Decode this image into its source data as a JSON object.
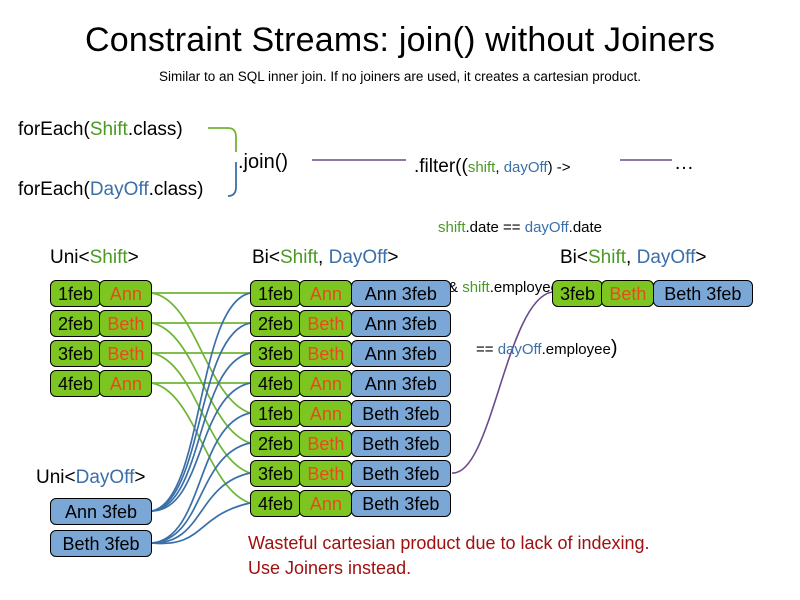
{
  "header": {
    "title": "Constraint Streams: join() without Joiners",
    "subtitle": "Similar to an SQL inner join. If no joiners are used, it creates a cartesian product."
  },
  "code": {
    "forEachShift": {
      "prefix": "forEach(",
      "type": "Shift",
      "suffix": ".class)"
    },
    "forEachDayOff": {
      "prefix": "forEach(",
      "type": "DayOff",
      "suffix": ".class)"
    },
    "join": ".join()",
    "ellipsis": "…",
    "filter": {
      "line1_a": ".filter(",
      "line1_open": "(",
      "line1_shift": "shift",
      "line1_comma": ", ",
      "line1_dayoff": "dayOff",
      "line1_b": ") ->",
      "line2_shift": "shift",
      "line2_mid": ".date == ",
      "line2_dayoff": "dayOff",
      "line2_end": ".date",
      "line3_and": "&& ",
      "line3_shift": "shift",
      "line3_end": ".employee",
      "line4_eq": "== ",
      "line4_dayoff": "dayOff",
      "line4_end": ".employee",
      "line4_close": ")"
    }
  },
  "streams": {
    "uni_shift_label": {
      "prefix": "Uni<",
      "type": "Shift",
      "suffix": ">"
    },
    "bi_mid_label": {
      "prefix": "Bi<",
      "type1": "Shift",
      "sep": ", ",
      "type2": "DayOff",
      "suffix": ">"
    },
    "bi_right_label": {
      "prefix": "Bi<",
      "type1": "Shift",
      "sep": ", ",
      "type2": "DayOff",
      "suffix": ">"
    },
    "uni_dayoff_label": {
      "prefix": "Uni<",
      "type": "DayOff",
      "suffix": ">"
    }
  },
  "shifts": [
    {
      "date": "1feb",
      "employee": "Ann"
    },
    {
      "date": "2feb",
      "employee": "Beth"
    },
    {
      "date": "3feb",
      "employee": "Beth"
    },
    {
      "date": "4feb",
      "employee": "Ann"
    }
  ],
  "dayoffs": [
    {
      "label": "Ann 3feb"
    },
    {
      "label": "Beth 3feb"
    }
  ],
  "cartesian": [
    {
      "date": "1feb",
      "employee": "Ann",
      "dayoff": "Ann 3feb"
    },
    {
      "date": "2feb",
      "employee": "Beth",
      "dayoff": "Ann 3feb"
    },
    {
      "date": "3feb",
      "employee": "Beth",
      "dayoff": "Ann 3feb"
    },
    {
      "date": "4feb",
      "employee": "Ann",
      "dayoff": "Ann 3feb"
    },
    {
      "date": "1feb",
      "employee": "Ann",
      "dayoff": "Beth 3feb"
    },
    {
      "date": "2feb",
      "employee": "Beth",
      "dayoff": "Beth 3feb"
    },
    {
      "date": "3feb",
      "employee": "Beth",
      "dayoff": "Beth 3feb"
    },
    {
      "date": "4feb",
      "employee": "Ann",
      "dayoff": "Beth 3feb"
    }
  ],
  "result": [
    {
      "date": "3feb",
      "employee": "Beth",
      "dayoff": "Beth 3feb"
    }
  ],
  "warning": "Wasteful cartesian product due to lack of indexing.\nUse Joiners instead.",
  "colors": {
    "green_fill": "#7DC622",
    "blue_fill": "#7BA7D7",
    "shift_token": "#4A9A24",
    "dayoff_token": "#3B6FA8",
    "employee_text": "#E8491D",
    "warning_text": "#A01010",
    "wire_green": "#6FB536",
    "wire_blue": "#3B6FA8",
    "wire_purple": "#6B4A8C"
  }
}
